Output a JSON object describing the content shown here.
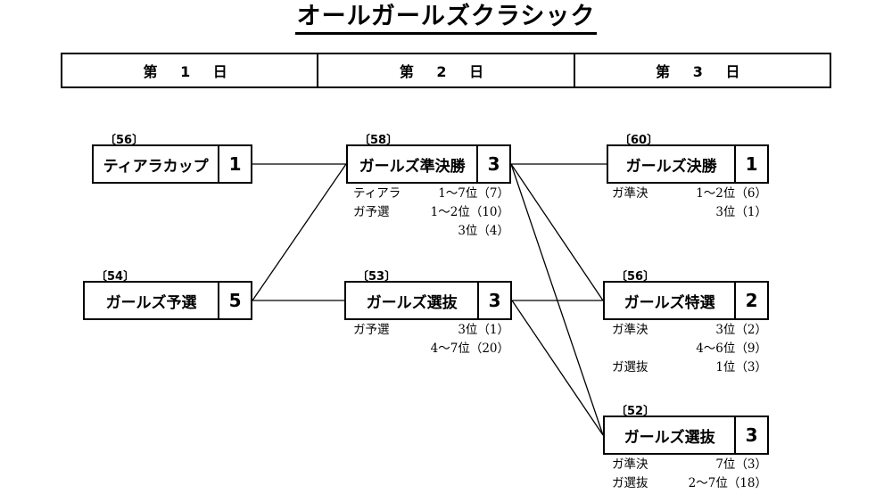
{
  "title": "オールガールズクラシック",
  "days": [
    "第 1 日",
    "第 2 日",
    "第 3 日"
  ],
  "races": {
    "tiara": {
      "number": "〔56〕",
      "name": "ティアラカップ",
      "count": "1"
    },
    "yosen": {
      "number": "〔54〕",
      "name": "ガールズ予選",
      "count": "5"
    },
    "junkessho": {
      "number": "〔58〕",
      "name": "ガールズ準決勝",
      "count": "3"
    },
    "senbatsu2": {
      "number": "〔53〕",
      "name": "ガールズ選抜",
      "count": "3"
    },
    "kessho": {
      "number": "〔60〕",
      "name": "ガールズ決勝",
      "count": "1"
    },
    "tokusen": {
      "number": "〔56〕",
      "name": "ガールズ特選",
      "count": "2"
    },
    "senbatsu3": {
      "number": "〔52〕",
      "name": "ガールズ選抜",
      "count": "3"
    }
  },
  "qualifiers": {
    "junkessho": [
      {
        "source": "ティアラ",
        "value": "1〜7位（7）"
      },
      {
        "source": "ガ予選",
        "value": "1〜2位（10）"
      },
      {
        "source": "",
        "value": "3位（4）"
      }
    ],
    "senbatsu2": [
      {
        "source": "ガ予選",
        "value": "3位（1）"
      },
      {
        "source": "",
        "value": "4〜7位（20）"
      }
    ],
    "kessho": [
      {
        "source": "ガ準決",
        "value": "1〜2位（6）"
      },
      {
        "source": "",
        "value": "3位（1）"
      }
    ],
    "tokusen": [
      {
        "source": "ガ準決",
        "value": "3位（2）"
      },
      {
        "source": "",
        "value": "4〜6位（9）"
      },
      {
        "source": "ガ選抜",
        "value": "1位（3）"
      }
    ],
    "senbatsu3": [
      {
        "source": "ガ準決",
        "value": "7位（3）"
      },
      {
        "source": "ガ選抜",
        "value": "2〜7位（18）"
      }
    ]
  }
}
